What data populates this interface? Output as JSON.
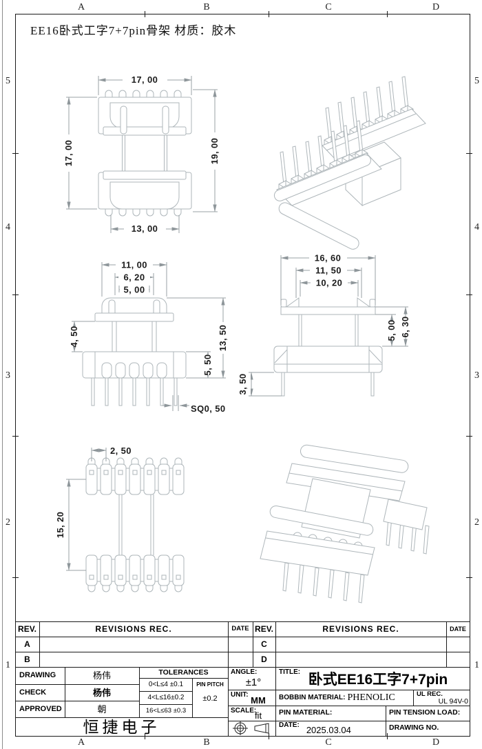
{
  "sheet": {
    "title": "EE16卧式工字7+7pin骨架 材质：胶木",
    "zone_cols": [
      "A",
      "B",
      "C",
      "D"
    ],
    "zone_rows": [
      "5",
      "4",
      "3",
      "2",
      "1"
    ]
  },
  "views": {
    "top": {
      "dim_width_top": "17, 00",
      "dim_height_left": "17, 00",
      "dim_height_right": "19, 00",
      "dim_width_bottom": "13, 00"
    },
    "front": {
      "dim_w1": "11, 00",
      "dim_w2": "6, 20",
      "dim_w3": "5, 00",
      "dim_h_left": "4, 50",
      "dim_h_right_outer": "13, 50",
      "dim_h_right_inner": "5, 50",
      "dim_pin_sq": "SQ0, 50"
    },
    "side": {
      "dim_w1": "16, 60",
      "dim_w2": "11, 50",
      "dim_w3": "10, 20",
      "dim_h_r1": "5, 00",
      "dim_h_r2": "6, 30",
      "dim_pin_len": "3, 50"
    },
    "bottom": {
      "dim_pitch": "2, 50",
      "dim_span": "15, 20"
    }
  },
  "title_block": {
    "rev_label": "REV.",
    "revisions_label": "REVISIONS REC.",
    "date_label": "DATE",
    "rev_a": "A",
    "rev_b": "B",
    "rev_c": "C",
    "rev_d": "D",
    "drawing_label": "DRAWING",
    "drawing_name": "杨伟",
    "check_label": "CHECK",
    "check_name": "杨伟",
    "approved_label": "APPROVED",
    "approved_name": "朝",
    "tolerances_label": "TOLERANCES",
    "tol_row1": "0<L≤4  ±0.1",
    "tol_row2": "4<L≤16±0.2",
    "tol_row3": "16<L≤63 ±0.3",
    "pin_pitch_label": "PIN PITCH",
    "pin_pitch_value": "±0.2",
    "angle_label": "ANGLE:",
    "angle_value": "±1°",
    "unit_label": "UNIT:",
    "unit_value": "MM",
    "scale_label": "SCALE:",
    "scale_value": "fit",
    "title_label": "TITLE:",
    "title_value": "卧式EE16工字7+7pin",
    "bobbin_material_label": "BOBBIN MATERIAL:",
    "bobbin_material_value": "PHENOLIC",
    "ul_label": "UL REC.",
    "ul_value": "UL 94V-0",
    "pin_material_label": "PIN MATERIAL:",
    "pin_tension_label": "PIN TENSION LOAD:",
    "date_field_label": "DATE:",
    "date_value": "2025.03.04",
    "drawing_no_label": "DRAWING NO.",
    "company": "恒捷电子"
  }
}
